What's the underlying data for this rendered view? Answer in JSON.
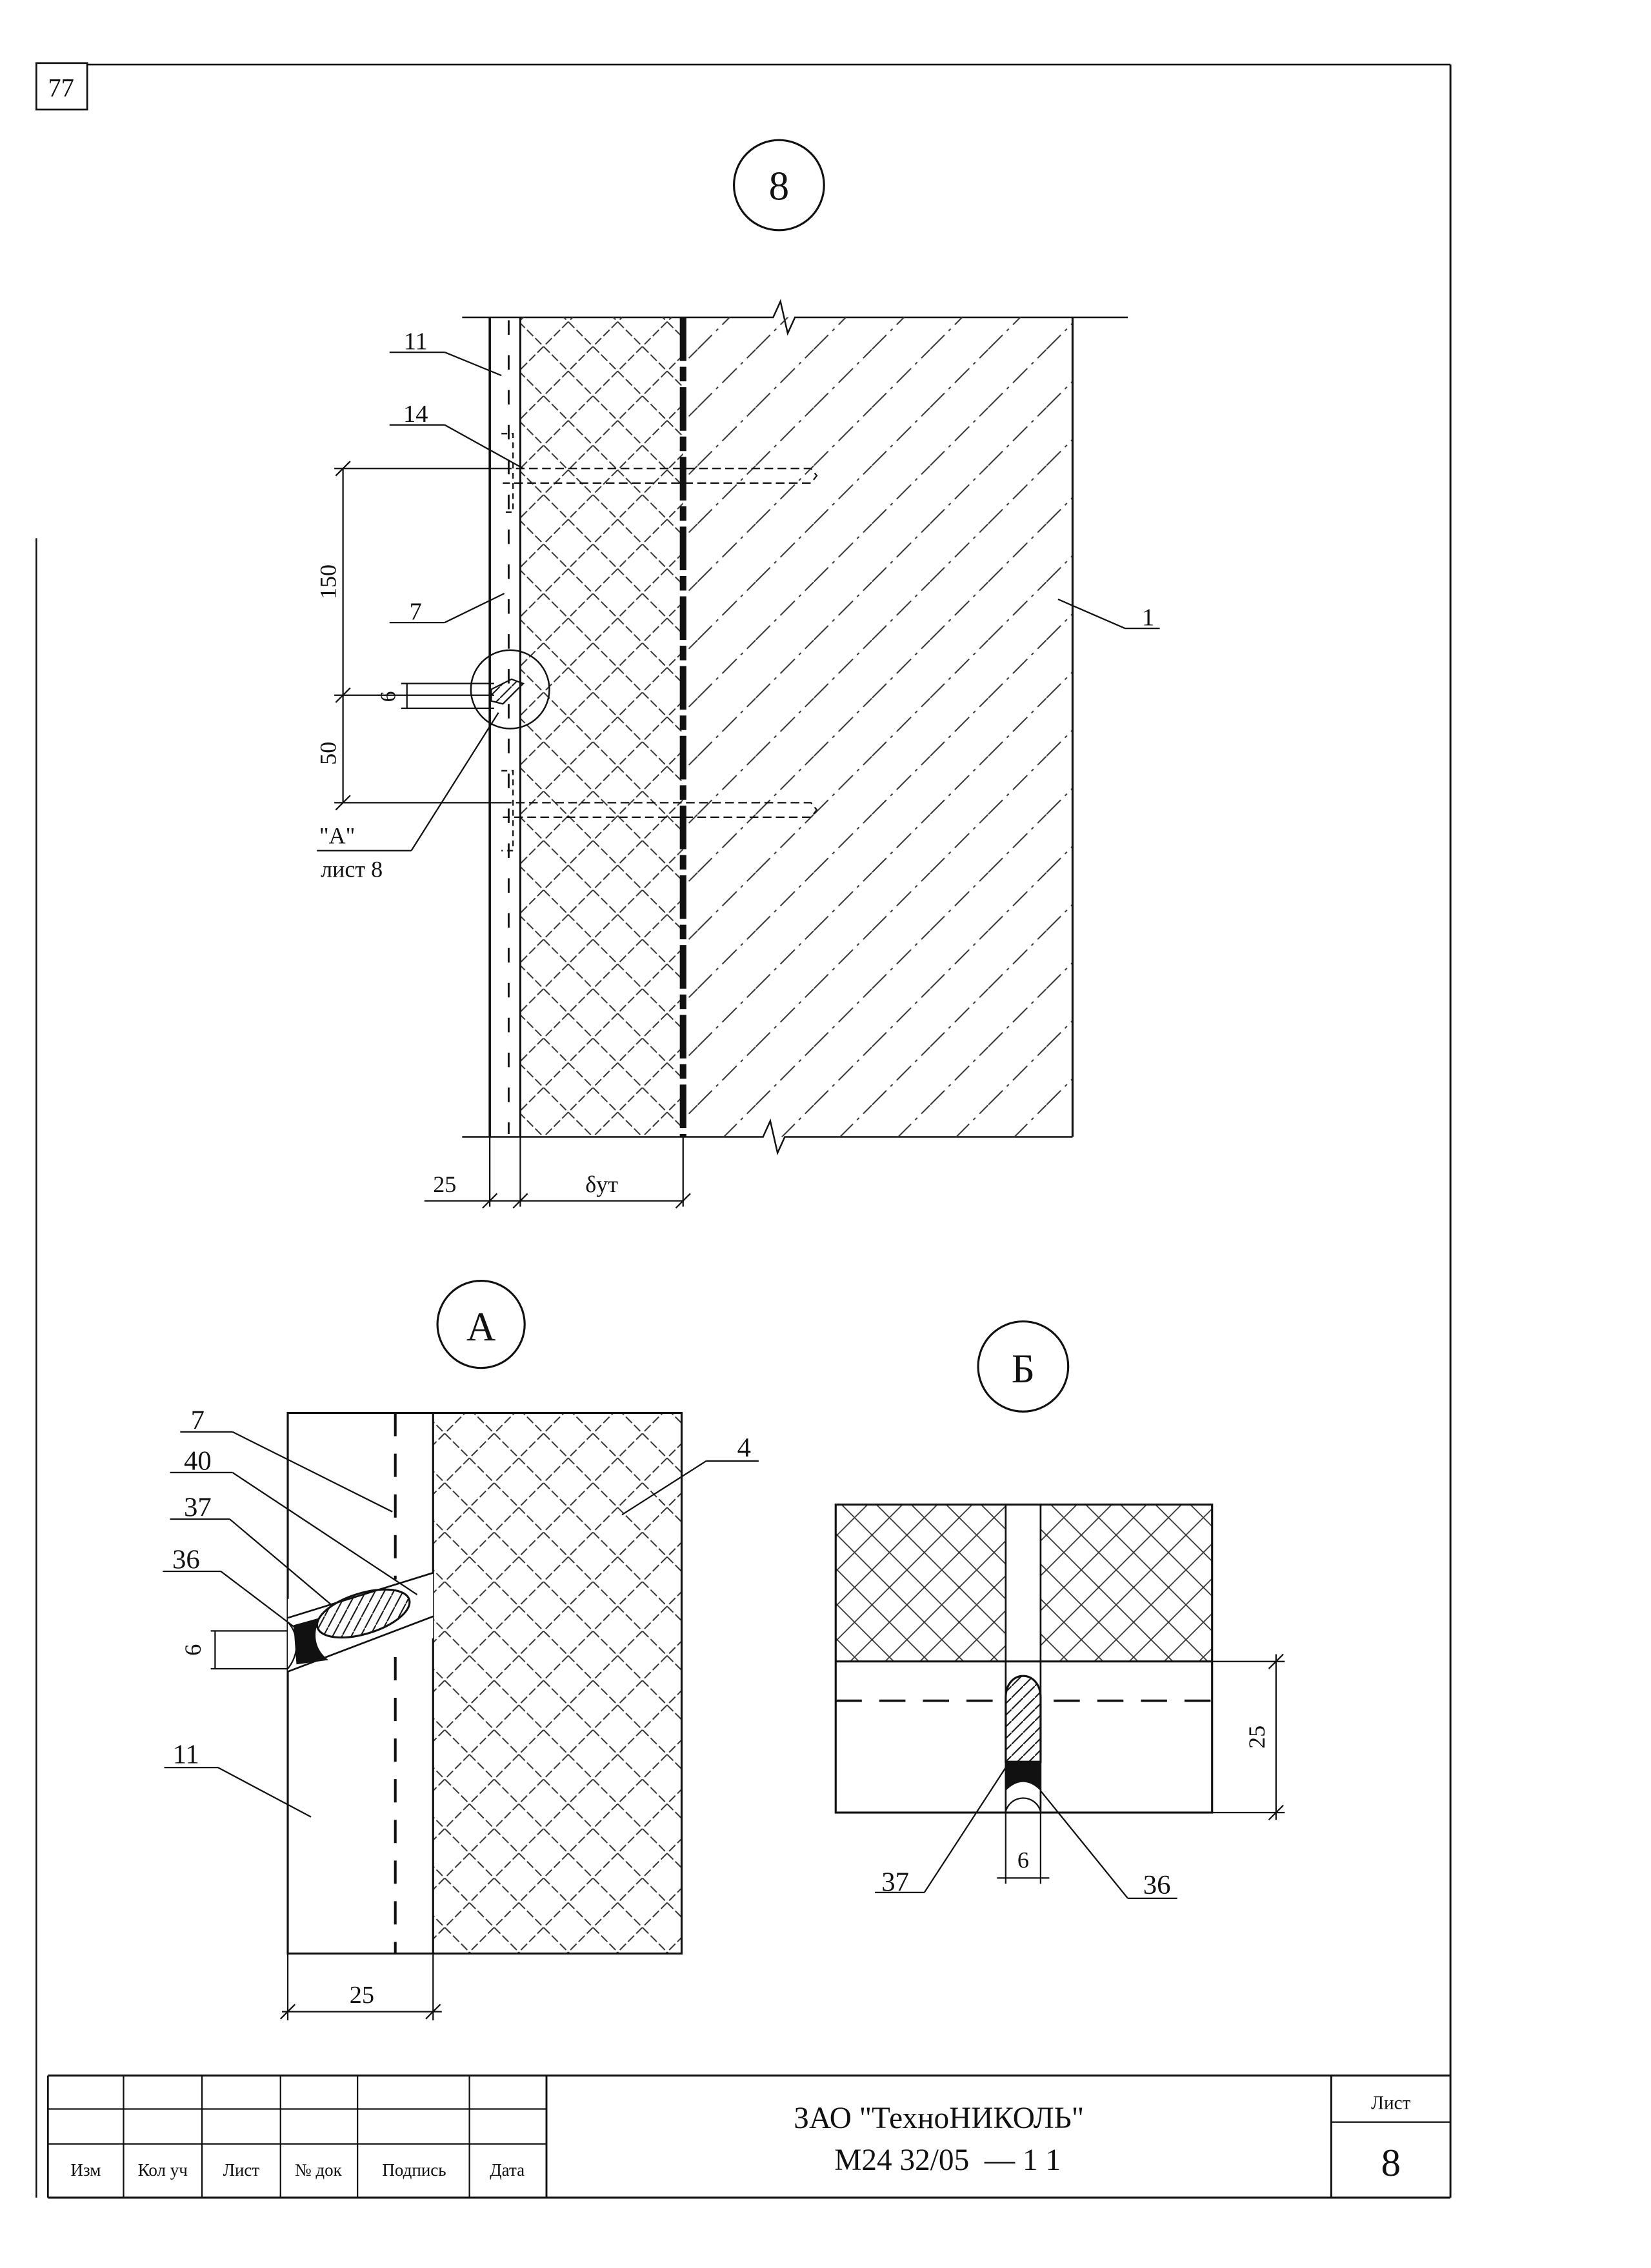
{
  "page_number": "77",
  "sheet": {
    "view_label": "8",
    "callouts_view8": {
      "c11": "11",
      "c14": "14",
      "c7": "7",
      "c1": "1"
    },
    "dims_view8": {
      "d150": "150",
      "d6": "6",
      "d50": "50",
      "d25": "25",
      "d_ut": "δут"
    },
    "ref_note": {
      "line1": "\"А\"",
      "line2": "лист 8"
    }
  },
  "detail_a": {
    "label": "А",
    "callouts": {
      "c7": "7",
      "c40": "40",
      "c37": "37",
      "c36": "36",
      "c11": "11",
      "c4": "4"
    },
    "dims": {
      "d6": "6",
      "d25": "25"
    }
  },
  "detail_b": {
    "label": "Б",
    "callouts": {
      "c37": "37",
      "c36": "36"
    },
    "dims": {
      "d25": "25",
      "d6": "6"
    }
  },
  "title_block": {
    "columns": {
      "izm": "Изм",
      "kol_uch": "Кол уч",
      "list": "Лист",
      "no_dok": "№ док",
      "podpis": "Подпись",
      "data": "Дата"
    },
    "company": "ЗАО \"ТехноНИКОЛЬ\"",
    "doc_code": "М24 32/05  — 1 1",
    "sheet_label": "Лист",
    "sheet_number": "8"
  }
}
